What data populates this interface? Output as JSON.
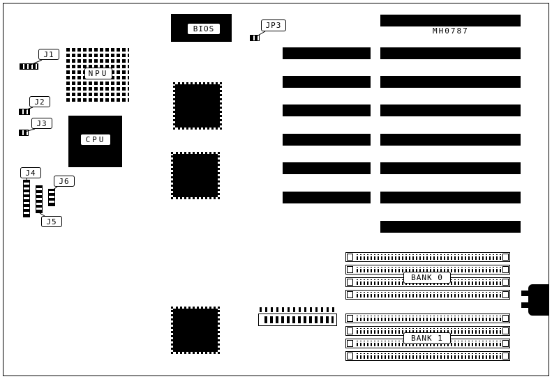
{
  "board": {
    "part_number": "MH0787",
    "chips": {
      "bios": "BIOS",
      "npu": "NPU",
      "cpu": "CPU"
    },
    "jumpers": {
      "j1": "J1",
      "j2": "J2",
      "j3": "J3",
      "j4": "J4",
      "j5": "J5",
      "j6": "J6",
      "jp3": "JP3"
    },
    "memory": {
      "bank0": "BANK 0",
      "bank1": "BANK 1"
    },
    "counts": {
      "isa_slots_left_column": 6,
      "isa_slots_right_column": 8,
      "simm_rows_per_bank": 4
    }
  }
}
